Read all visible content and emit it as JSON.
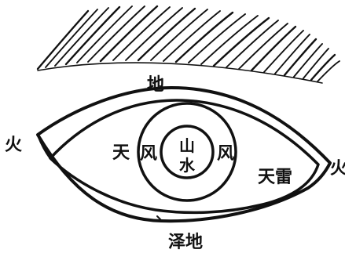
{
  "labels": {
    "top": "地",
    "bottom": "泽地",
    "left_corner": "火",
    "right_corner": "火",
    "left_white": "天",
    "left_ring": "风",
    "center_top": "山",
    "center_bottom": "水",
    "right_ring": "风",
    "right_white": "天雷"
  },
  "colors": {
    "ink": "#111111",
    "paper": "#ffffff"
  }
}
